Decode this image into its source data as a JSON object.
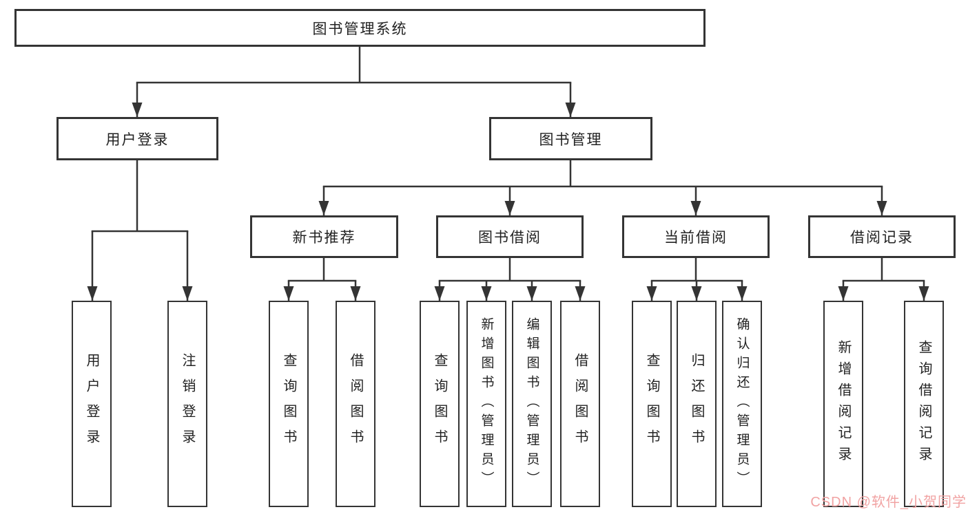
{
  "tree": {
    "label": "图书管理系统",
    "children": [
      {
        "label": "用户登录",
        "children": [
          {
            "label": "用户登录"
          },
          {
            "label": "注销登录"
          }
        ]
      },
      {
        "label": "图书管理",
        "children": [
          {
            "label": "新书推荐",
            "children": [
              {
                "label": "查询图书"
              },
              {
                "label": "借阅图书"
              }
            ]
          },
          {
            "label": "图书借阅",
            "children": [
              {
                "label": "查询图书"
              },
              {
                "label": "新增图书（管理员）"
              },
              {
                "label": "编辑图书（管理员）"
              },
              {
                "label": "借阅图书"
              }
            ]
          },
          {
            "label": "当前借阅",
            "children": [
              {
                "label": "查询图书"
              },
              {
                "label": "归还图书"
              },
              {
                "label": "确认归还（管理员）"
              }
            ]
          },
          {
            "label": "借阅记录",
            "children": [
              {
                "label": "新增借阅记录"
              },
              {
                "label": "查询借阅记录"
              }
            ]
          }
        ]
      }
    ]
  },
  "watermark": {
    "text": "CSDN @软件_小贺同学"
  },
  "colors": {
    "line": "#343434",
    "box_border": "#343434",
    "text": "#222222",
    "background": "#ffffff",
    "watermark": "#f1a3a3"
  }
}
